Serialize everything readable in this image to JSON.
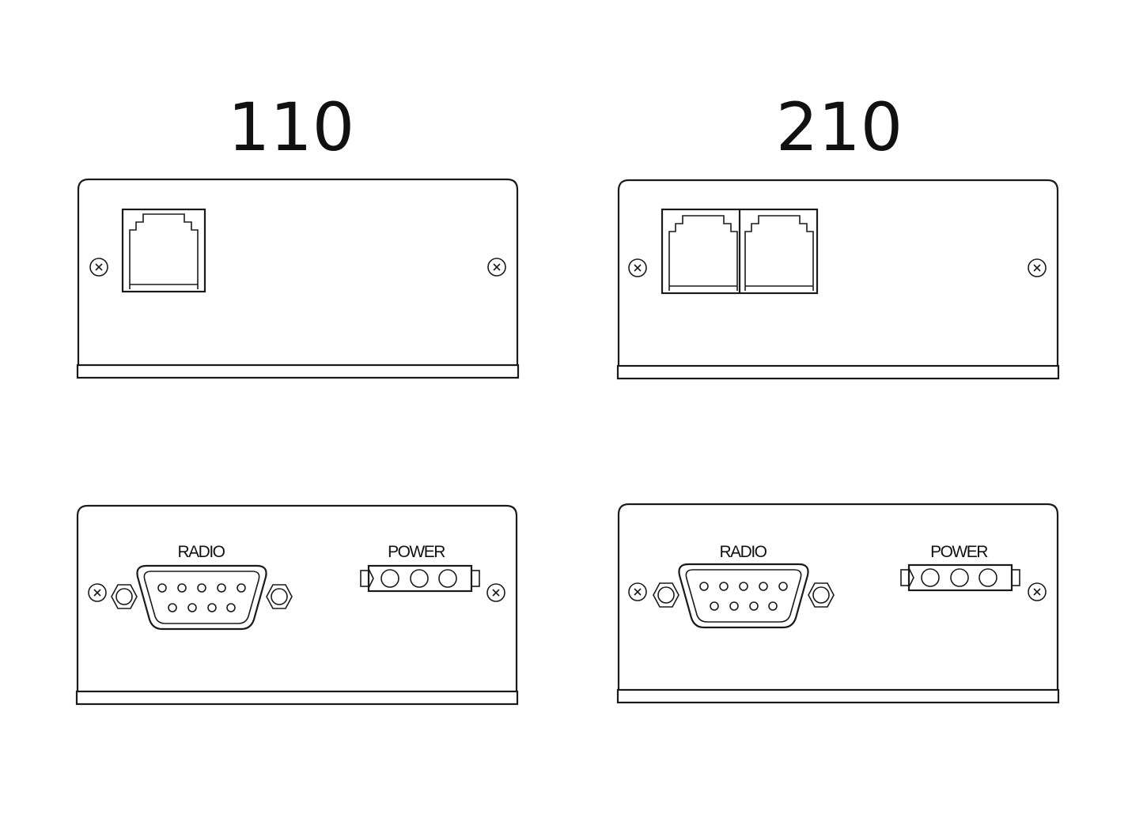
{
  "models": [
    {
      "title": "110",
      "front": {
        "jacks": 1
      },
      "back": {
        "radio_label": "RADIO",
        "power_label": "POWER"
      }
    },
    {
      "title": "210",
      "front": {
        "jacks": 2
      },
      "back": {
        "radio_label": "RADIO",
        "power_label": "POWER"
      }
    }
  ],
  "colors": {
    "line": "#1a1a1a",
    "background": "#ffffff"
  }
}
